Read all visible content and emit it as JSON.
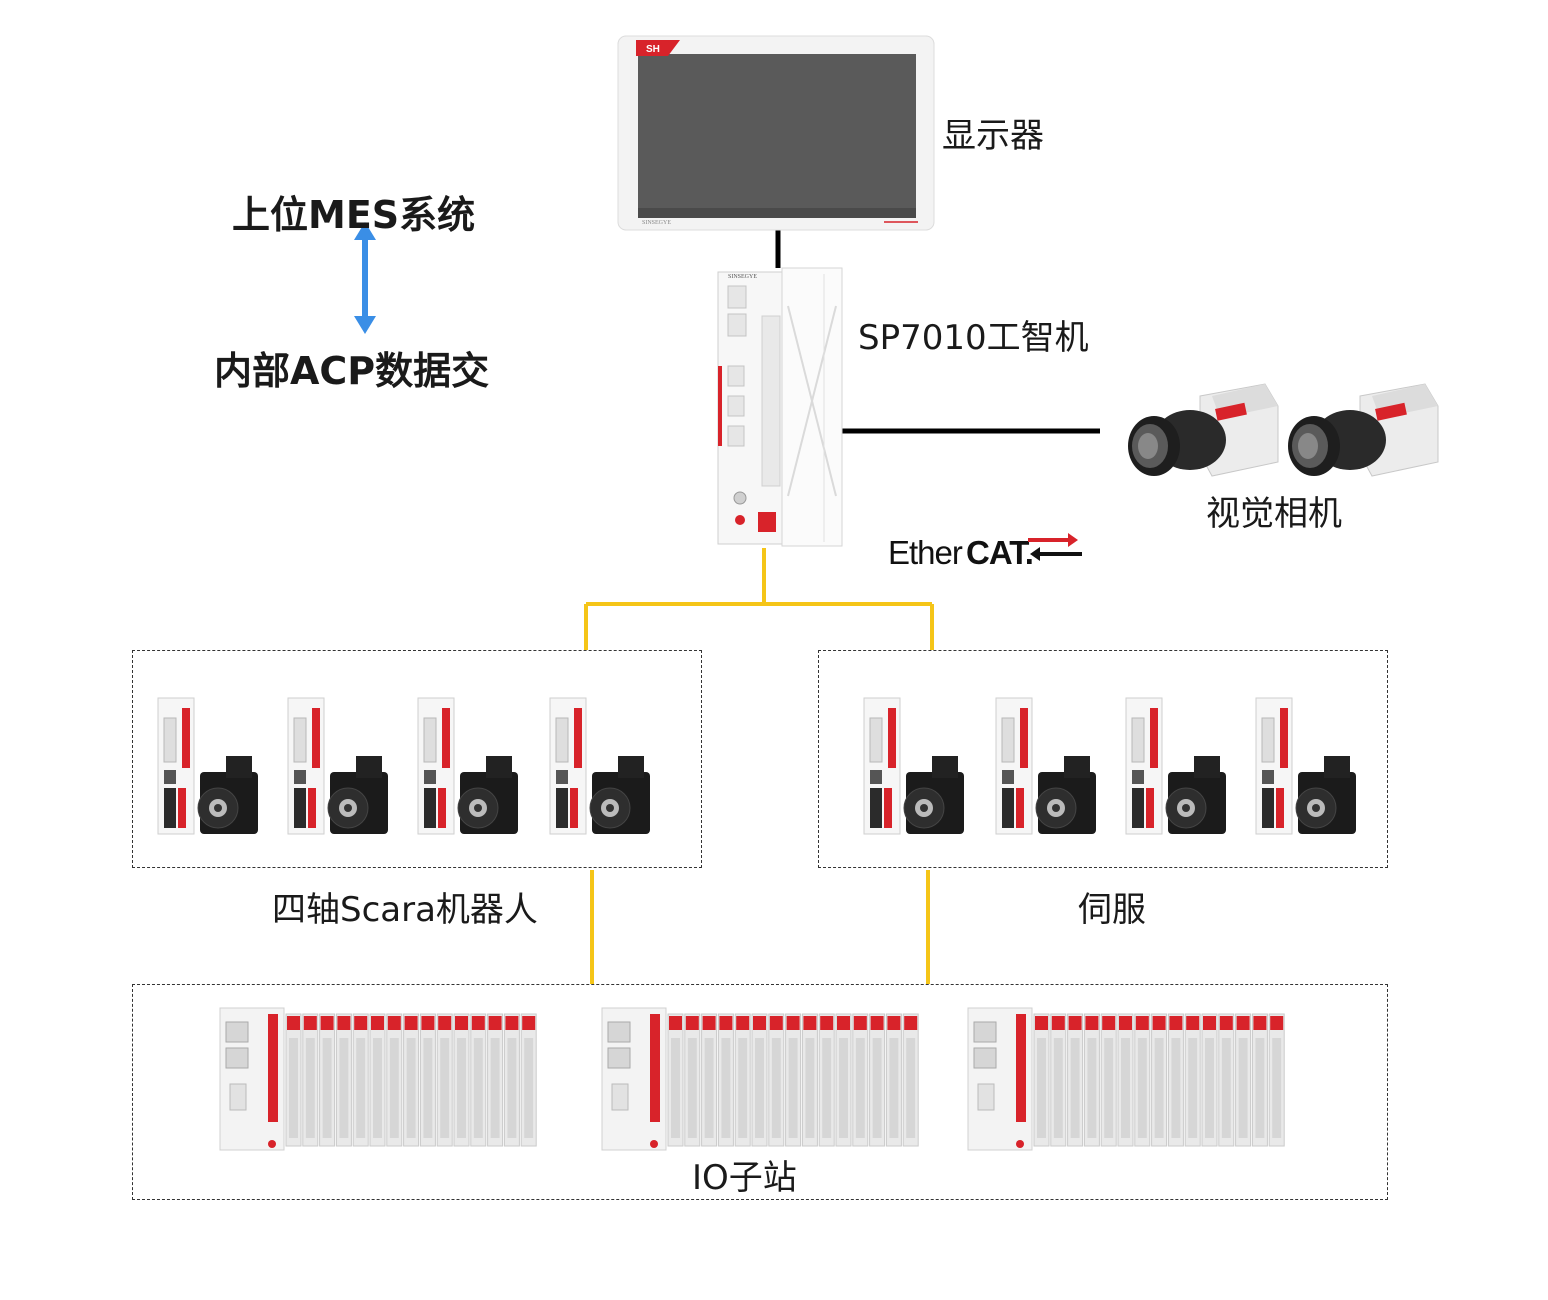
{
  "labels": {
    "mes": "上位MES系统",
    "acp": "内部ACP数据交",
    "display": "显示器",
    "controller": "SP7010工智机",
    "camera": "视觉相机",
    "scara": "四轴Scara机器人",
    "servo": "伺服",
    "io": "IO子站"
  },
  "brand": {
    "name": "SINSEGYE",
    "logo": "SH",
    "ethercat_main": "Ether",
    "ethercat_bold": "CAT."
  },
  "colors": {
    "arrow": "#3a8ee6",
    "bus": "#f5c518",
    "cable": "#000000",
    "accent": "#d8232a",
    "border": "#333333"
  },
  "icons": {
    "display": "display-monitor-icon",
    "controller": "industrial-pc-icon",
    "camera": "vision-camera-icon",
    "servo": "servo-drive-motor-icon",
    "io": "io-module-station-icon"
  }
}
